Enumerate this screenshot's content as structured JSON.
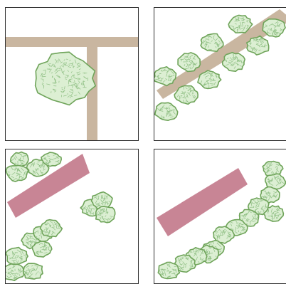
{
  "colors": {
    "background": "#ffffff",
    "frame": "#2f2f2f",
    "road": "#c9b6a0",
    "building": "#c88595",
    "vegetation_fill": "#dcefd3",
    "vegetation_edge": "#6fa45a",
    "vegetation_texture": "#8fbf84"
  },
  "panels": [
    {
      "id": "top-left",
      "features": [
        "t-shaped-road",
        "single-large-vegetation-patch"
      ]
    },
    {
      "id": "top-right",
      "features": [
        "diagonal-road",
        "vegetation-rows-along-road"
      ]
    },
    {
      "id": "bottom-left",
      "features": [
        "rectangular-building",
        "scattered-vegetation-clusters"
      ]
    },
    {
      "id": "bottom-right",
      "features": [
        "rectangular-building",
        "diagonal-vegetation-band"
      ]
    }
  ]
}
